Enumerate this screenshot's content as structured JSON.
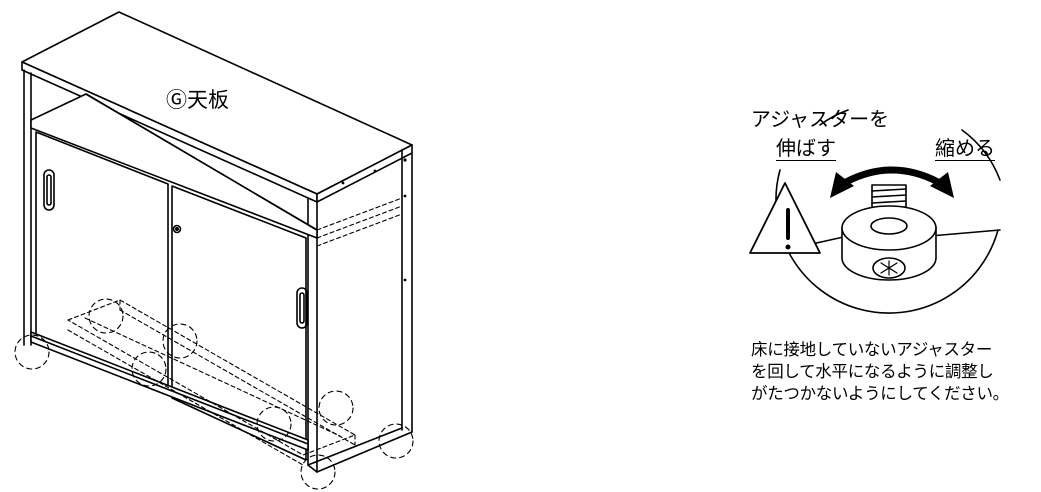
{
  "cabinet": {
    "top_panel_label": "Ⓖ天板"
  },
  "adjuster": {
    "title": "アジャスターを",
    "extend_label": "伸ばす",
    "shrink_label": "縮める"
  },
  "instructions": {
    "lines": [
      "床に接地していないアジャスター",
      "を回して水平になるように調整し",
      "がたつかないようにしてください。"
    ]
  }
}
